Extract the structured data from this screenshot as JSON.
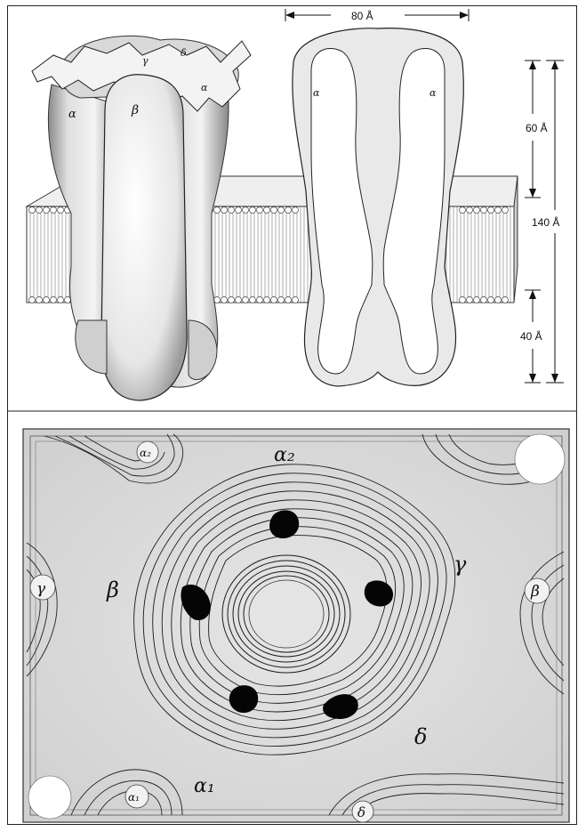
{
  "top_panel": {
    "dimensions": {
      "width_label": "80 Å",
      "upper_label": "60 Å",
      "total_label": "140 Å",
      "lower_label": "40 Å"
    },
    "subunit_labels": {
      "alpha_left": "α",
      "beta": "β",
      "gamma": "γ",
      "delta": "δ",
      "alpha_right": "α",
      "alpha_section_left": "α",
      "alpha_section_right": "α"
    }
  },
  "bottom_panel": {
    "ring_labels": {
      "alpha2": "α₂",
      "beta": "β",
      "gamma": "γ",
      "delta": "δ",
      "alpha1": "α₁"
    },
    "corner_labels": {
      "top_left_alpha": "α₂",
      "left_gamma": "γ",
      "right_beta": "β",
      "bottom_left_alpha": "α₁",
      "bottom_delta": "δ"
    }
  },
  "colors": {
    "ink": "#111111",
    "paper": "#ffffff",
    "stipple": "#9a9a9a",
    "membrane": "#d8d8d8",
    "map_bg": "#d9d9d9"
  }
}
